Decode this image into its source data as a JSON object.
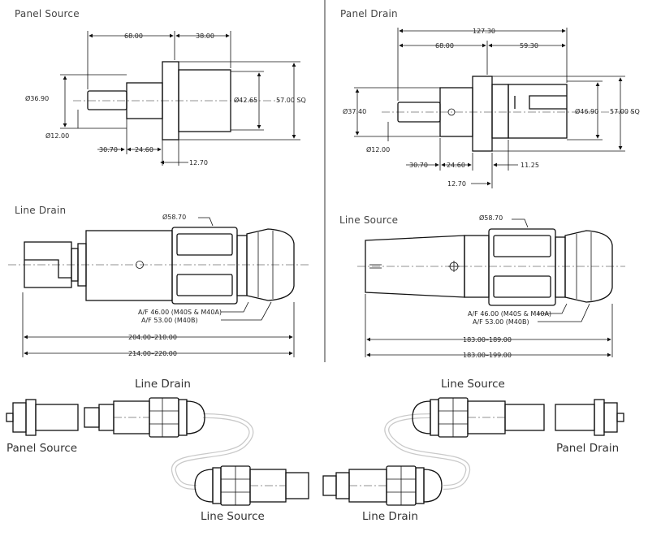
{
  "panels": {
    "panel_source": {
      "title": "Panel  Source",
      "dims": {
        "overall_left": "68.00",
        "overall_right": "38.00",
        "dia_left": "Ø36.90",
        "dia_body": "Ø42.65",
        "sq": "57.00 SQ",
        "dia_pin": "Ø12.00",
        "len_a": "30.70",
        "len_b": "24.60",
        "len_c": "12.70"
      }
    },
    "panel_drain": {
      "title": "Panel Drain",
      "dims": {
        "overall": "127.30",
        "left": "68.00",
        "right": "59.30",
        "dia_left": "Ø37.40",
        "dia_body": "Ø46.90",
        "sq": "57.00 SQ",
        "dia_pin": "Ø12.00",
        "len_a": "30.70",
        "len_b": "24.60",
        "len_c": "11.25",
        "len_d": "12.70"
      }
    },
    "line_drain": {
      "title": "Line Drain",
      "dims": {
        "dia": "Ø58.70",
        "af1": "A/F 46.00  (M40S & M40A)",
        "af2": "A/F 53.00  (M40B)",
        "len1": "204.00–210.00",
        "len2": "214.00–220.00"
      }
    },
    "line_source": {
      "title": "Line Source",
      "dims": {
        "dia": "Ø58.70",
        "af1": "A/F 46.00  (M40S & M40A)",
        "af2": "A/F 53.00  (M40B)",
        "len1": "183.00–189.00",
        "len2": "183.00–199.00"
      }
    }
  },
  "bottom": {
    "line_drain_top": "Line Drain",
    "line_source_top": "Line Source",
    "panel_source": "Panel Source",
    "panel_drain": "Panel Drain",
    "line_source_bottom": "Line Source",
    "line_drain_bottom": "Line Drain"
  }
}
